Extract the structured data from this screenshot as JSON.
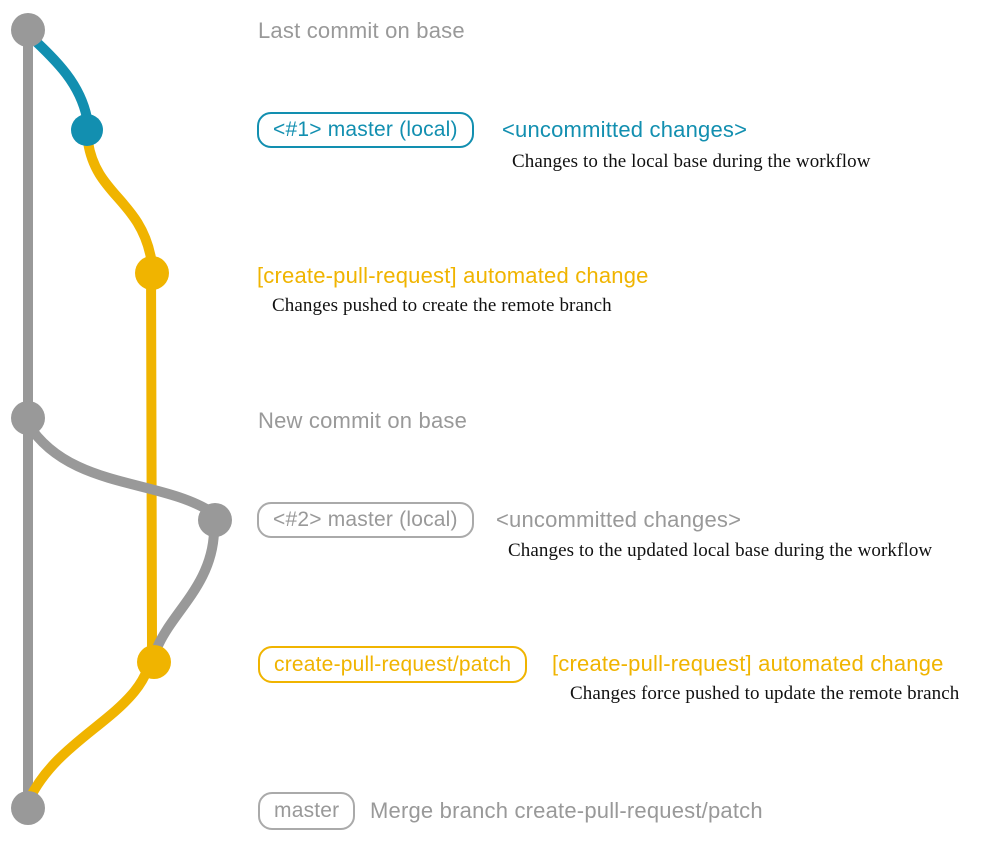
{
  "colors": {
    "gray": "#999999",
    "teal": "#128fb0",
    "yellow": "#f0b400"
  },
  "labels": {
    "last_commit": "Last commit on base",
    "branch1_tag": "<#1> master (local)",
    "branch1_note": "<uncommitted changes>",
    "branch1_caption": "Changes to the local base during the workflow",
    "patch1_note": "[create-pull-request] automated change",
    "patch1_caption": "Changes pushed to create the remote branch",
    "new_commit": "New commit on base",
    "branch2_tag": "<#2> master (local)",
    "branch2_note": "<uncommitted changes>",
    "branch2_caption": "Changes to the updated local base during the workflow",
    "patch2_tag": "create-pull-request/patch",
    "patch2_note": "[create-pull-request] automated change",
    "patch2_caption": "Changes force pushed to update the remote branch",
    "master_tag": "master",
    "master_note": "Merge branch create-pull-request/patch"
  },
  "graph": {
    "branches": [
      {
        "name": "base",
        "color_key": "gray"
      },
      {
        "name": "master-local",
        "color_key": "teal"
      },
      {
        "name": "create-pull-request/patch",
        "color_key": "yellow"
      }
    ],
    "commits": [
      {
        "id": "last-commit-on-base",
        "branch": "base"
      },
      {
        "id": "local-commit-1",
        "branch": "master-local"
      },
      {
        "id": "patch-commit-1",
        "branch": "create-pull-request/patch"
      },
      {
        "id": "new-commit-on-base",
        "branch": "base"
      },
      {
        "id": "local-commit-2",
        "branch": "base"
      },
      {
        "id": "patch-commit-2-force-pushed",
        "branch": "create-pull-request/patch"
      },
      {
        "id": "merge-commit-master",
        "branch": "base"
      }
    ]
  }
}
